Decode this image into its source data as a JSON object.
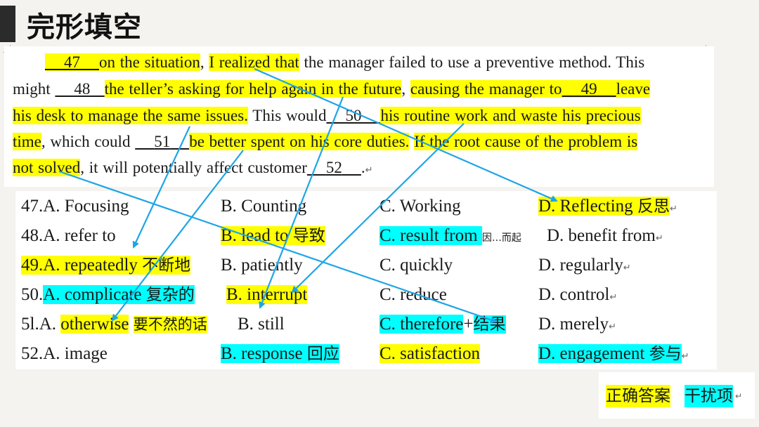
{
  "title": "完形填空",
  "passage": {
    "line1": {
      "indent": "　　",
      "blank47": "47",
      "t1": "on the situation",
      "t2": ", ",
      "t3": "I realized that",
      "t4": " the manager failed to use a preventive method. This"
    },
    "line2": {
      "t1": "might ",
      "blank48": "48",
      "t2": "the teller’s asking for help again in the future",
      "t3": ", ",
      "t4": "causing the manager to",
      "blank49": "49",
      "t5": "leave"
    },
    "line3": {
      "t1": "his desk to manage the same issues.",
      "t2": " This would",
      "blank50": "50",
      "t3": "his routine work and waste his precious"
    },
    "line4": {
      "t1": "time",
      "t2": ", which could ",
      "blank51": "51",
      "t3": "be better spent on his core duties.",
      "t4": " ",
      "t5": "If the root cause of the problem is"
    },
    "line5": {
      "t1": "not solved",
      "t2": ", it will potentially affect customer",
      "blank52": "52",
      "t3": ".",
      "mark": "↵"
    }
  },
  "options": {
    "q47": {
      "a": "47.A. Focusing",
      "b": "B. Counting",
      "c": "C. Working",
      "d_en": "D. Reflecting ",
      "d_cn": "反思",
      "mark": "↵"
    },
    "q48": {
      "a": "48.A. refer to",
      "b_en": "B. lead to ",
      "b_cn": "导致",
      "c_en": "C. result from ",
      "c_cn": "因…而起",
      "d": "D. benefit from",
      "mark": "↵"
    },
    "q49": {
      "a_en": "49.A. repeatedly ",
      "a_cn": "不断地",
      "b": "B. patiently",
      "c": "C. quickly",
      "d": "D. regularly",
      "mark": "↵"
    },
    "q50": {
      "a_num": "50.",
      "a_en": "A. complicate ",
      "a_cn": "复杂的",
      "b": "B. interrupt",
      "c": "C. reduce",
      "d": "D. control",
      "mark": "↵"
    },
    "q51": {
      "a_num": "5l.A. ",
      "a_en": "otherwise",
      "a_cn": "要不然的话",
      "b": "B. still",
      "c_en": "C. therefore",
      "c_plus": "+",
      "c_cn": "结果",
      "d": "D. merely",
      "mark": "↵"
    },
    "q52": {
      "a": "52.A. image",
      "b_en": "B. response ",
      "b_cn": "回应",
      "c": "C. satisfaction",
      "d_en": "D. engagement ",
      "d_cn": "参与",
      "mark": "↵"
    }
  },
  "legend": {
    "correct": "正确答案",
    "distractor": "干扰项",
    "mark": "↵"
  },
  "colors": {
    "correct": "#ffff00",
    "distractor": "#00ffff",
    "arrow": "#1ea5e6"
  }
}
